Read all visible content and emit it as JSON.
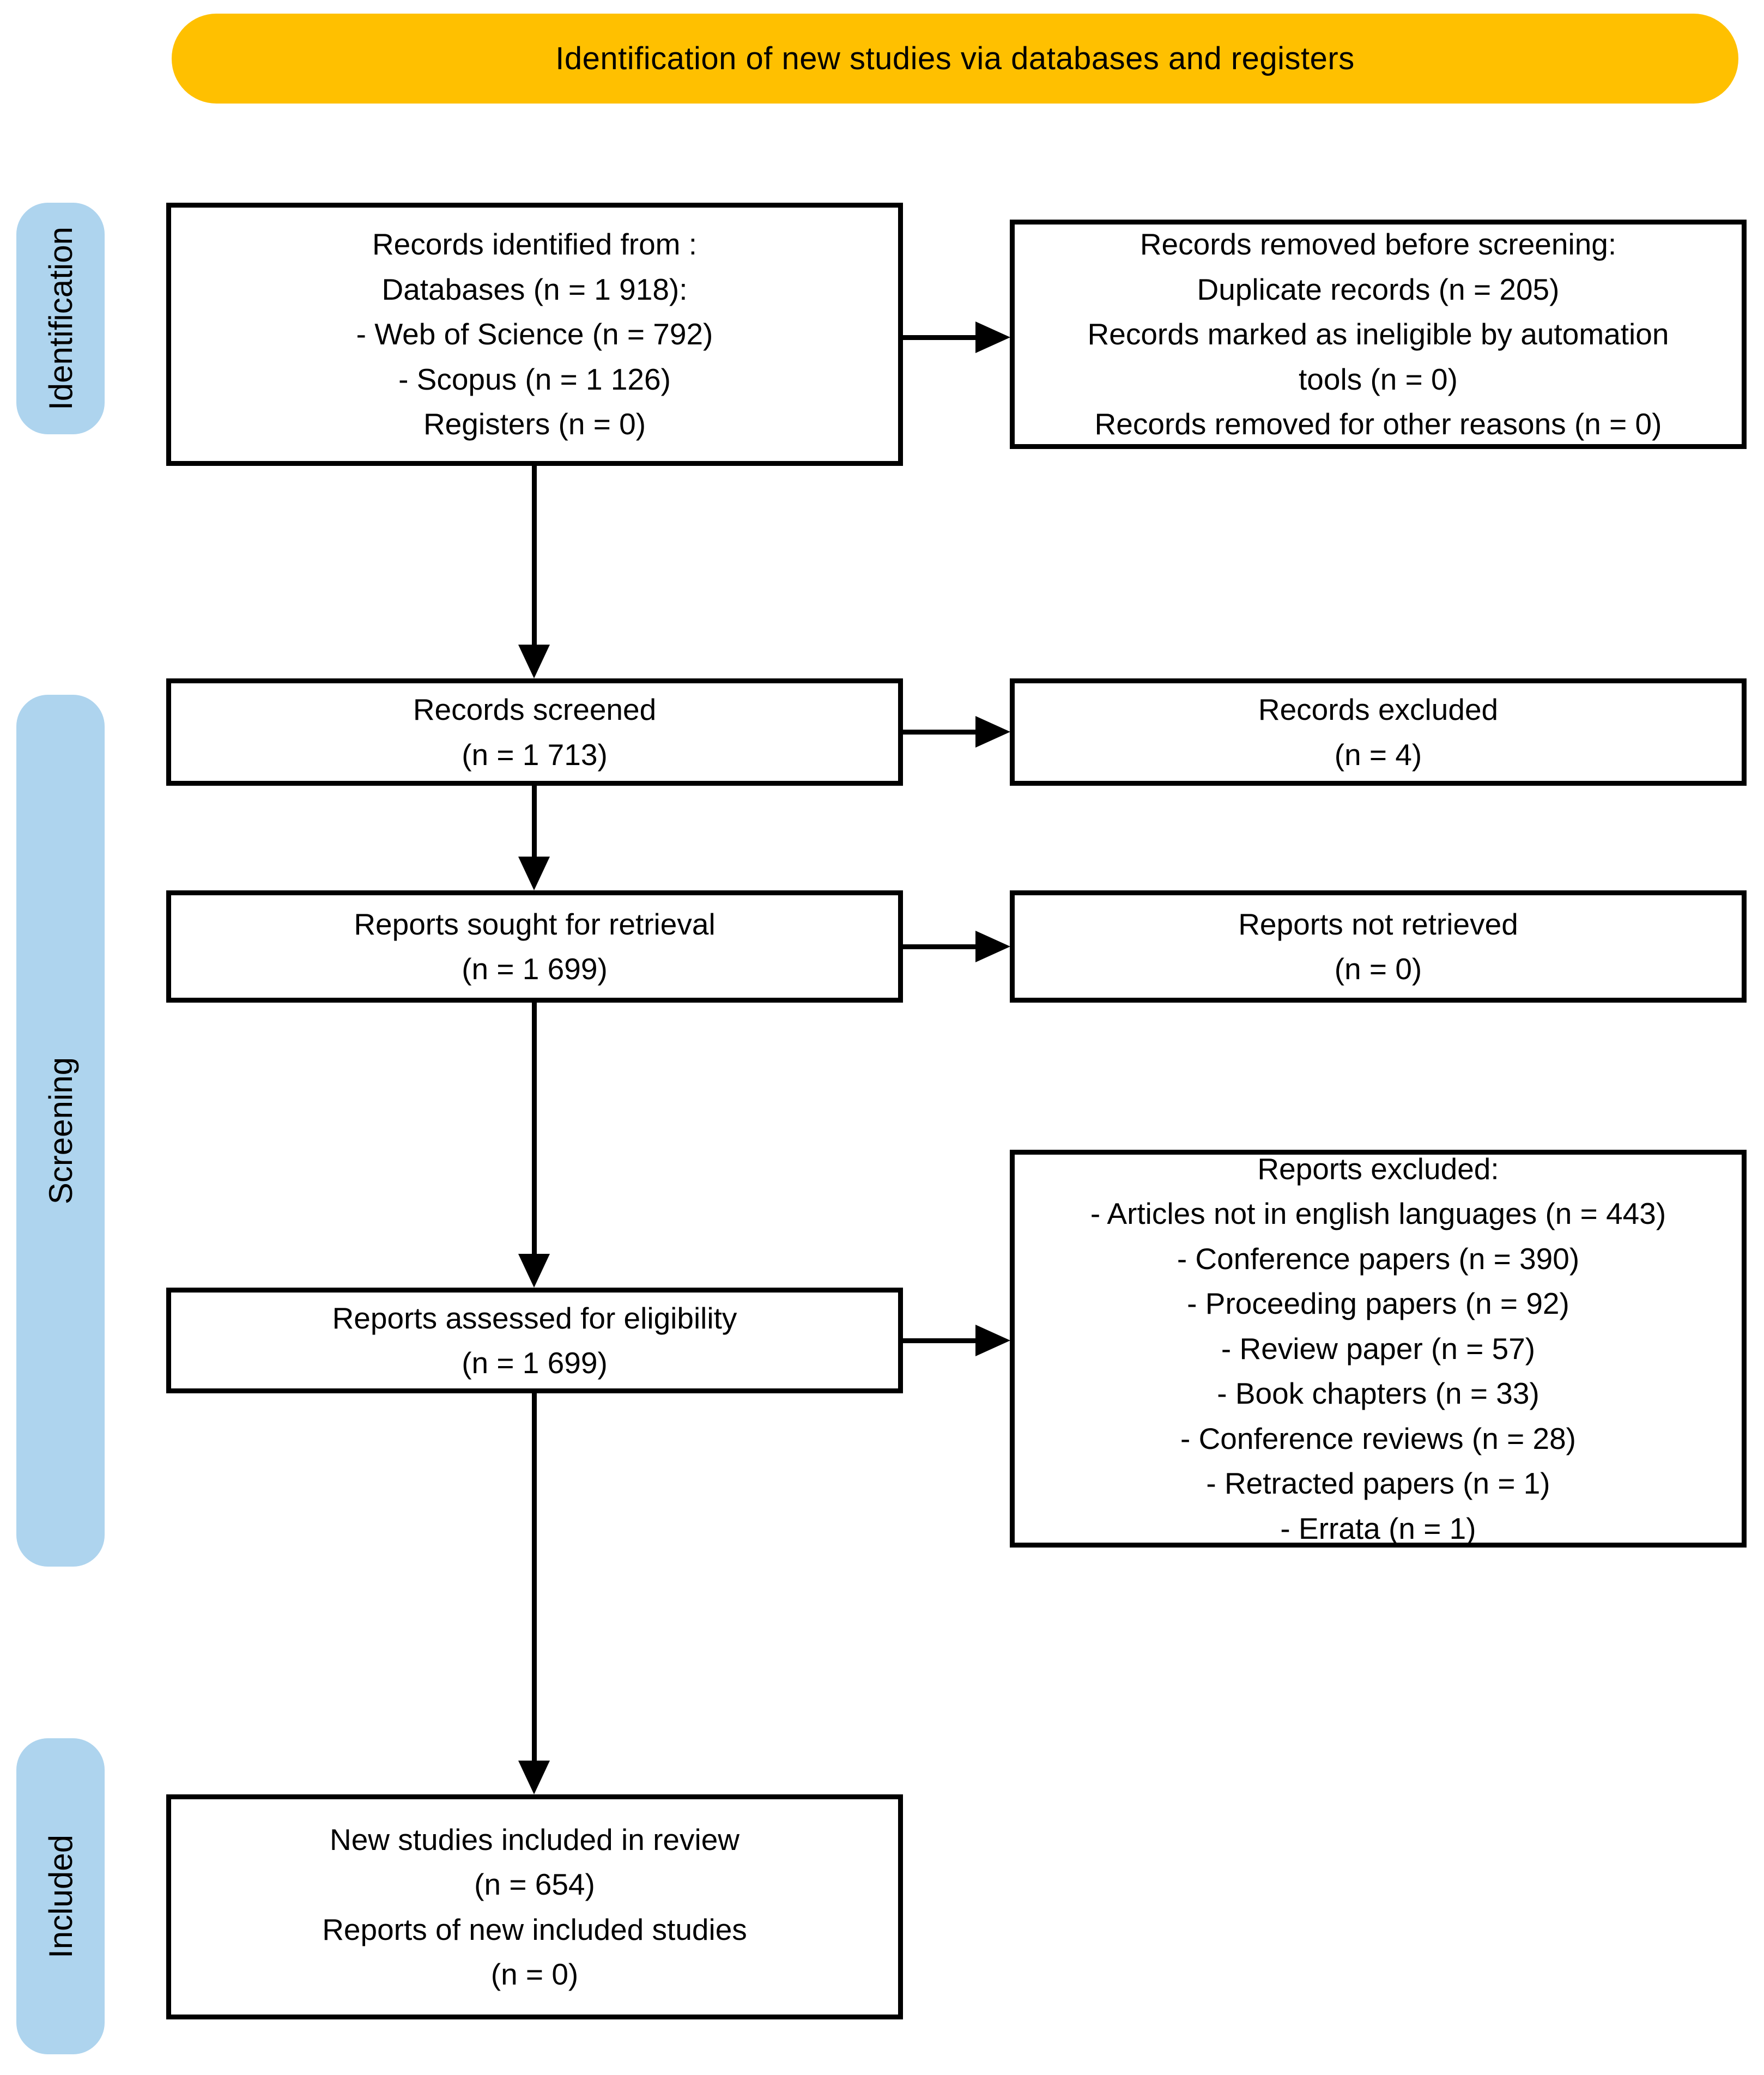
{
  "title": "PRISMA flow diagram",
  "colors": {
    "header_bg": "#FFC000",
    "stage_bg": "#AED4EE",
    "box_border": "#000000",
    "arrow": "#000000"
  },
  "header": {
    "label": "Identification of new studies via databases and registers"
  },
  "sidebar": {
    "stages": [
      {
        "label": "Identification"
      },
      {
        "label": "Screening"
      },
      {
        "label": "Included"
      }
    ]
  },
  "boxes": {
    "records_identified": {
      "lines": [
        "Records identified from :",
        "Databases (n = 1 918):",
        "- Web of Science (n = 792)",
        "- Scopus (n = 1 126)",
        "Registers (n = 0)"
      ]
    },
    "records_removed": {
      "lines": [
        "Records removed before screening:",
        "Duplicate records (n = 205)",
        "Records marked as ineligible by automation",
        "tools (n = 0)",
        "Records removed for other reasons (n = 0)"
      ]
    },
    "records_screened": {
      "lines": [
        "Records screened",
        "(n = 1 713)"
      ]
    },
    "records_excluded": {
      "lines": [
        "Records excluded",
        "(n = 4)"
      ]
    },
    "reports_sought": {
      "lines": [
        "Reports sought for retrieval",
        "(n = 1 699)"
      ]
    },
    "reports_not_retrieved": {
      "lines": [
        "Reports not retrieved",
        "(n = 0)"
      ]
    },
    "reports_assessed": {
      "lines": [
        "Reports assessed for eligibility",
        "(n = 1 699)"
      ]
    },
    "reports_excluded": {
      "lines": [
        "Reports excluded:",
        "- Articles not in english languages (n = 443)",
        "- Conference papers (n = 390)",
        "- Proceeding papers (n = 92)",
        "- Review paper (n = 57)",
        "- Book chapters (n = 33)",
        "- Conference reviews (n = 28)",
        "- Retracted papers (n = 1)",
        "- Errata (n = 1)"
      ]
    },
    "new_studies_included": {
      "lines": [
        "New studies included in review",
        "(n = 654)",
        "Reports of new included studies",
        "(n = 0)"
      ]
    }
  }
}
